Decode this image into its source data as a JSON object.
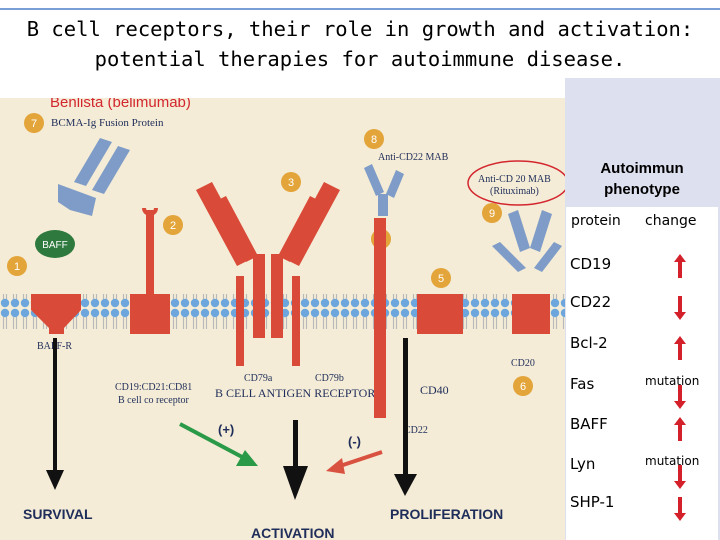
{
  "slide": {
    "title_line1": "B cell receptors, their role in growth and activation:",
    "title_line2": "potential therapies for autoimmune disease."
  },
  "diagram": {
    "benlista_label": "Benlista (belimumab)",
    "bcma_label": "BCMA-Ig Fusion Protein",
    "anti_cd22_label": "Anti-CD22 MAB",
    "anti_cd20_line1": "Anti-CD 20 MAB",
    "anti_cd20_line2": "(Rituximab)",
    "baff_label": "BAFF",
    "baff_r_label": "BAFF-R",
    "cd79a_label": "CD79a",
    "cd79b_label": "CD79b",
    "bcr_label": "B CELL ANTIGEN RECEPTOR",
    "coreceptor_line1": "CD19:CD21:CD81",
    "coreceptor_line2": "B cell co receptor",
    "cd40_label": "CD40",
    "cd22_label": "CD22",
    "cd20_label": "CD20",
    "plus_label": "(+)",
    "minus_label": "(-)",
    "survival_label": "SURVIVAL",
    "activation_label": "ACTIVATION",
    "proliferation_label": "PROLIFERATION",
    "numbers": [
      "1",
      "2",
      "3",
      "4",
      "5",
      "6",
      "7",
      "8",
      "9"
    ]
  },
  "phenotype": {
    "title_line1": "Autoimmun",
    "title_line2": "phenotype",
    "col_protein": "protein",
    "col_change": "change",
    "rows": [
      {
        "protein": "CD19",
        "direction": "up",
        "note": ""
      },
      {
        "protein": "CD22",
        "direction": "down",
        "note": ""
      },
      {
        "protein": "Bcl-2",
        "direction": "up",
        "note": ""
      },
      {
        "protein": "Fas",
        "direction": "down",
        "note": "mutation"
      },
      {
        "protein": "BAFF",
        "direction": "up",
        "note": ""
      },
      {
        "protein": "Lyn",
        "direction": "down",
        "note": "mutation"
      },
      {
        "protein": "SHP-1",
        "direction": "down",
        "note": ""
      }
    ]
  },
  "colors": {
    "background": "#ffffff",
    "diagram_bg": "#f4ecd6",
    "receptor_red": "#d94a38",
    "receptor_blue": "#7e9cc7",
    "membrane_blue": "#6ca6dc",
    "membrane_gray": "#bdbdbd",
    "badge_orange": "#e3a43a",
    "baff_green": "#2e7a3e",
    "arrow_green": "#2a9a48",
    "arrow_red": "#d9523f",
    "change_arrow": "#d4202a",
    "panel_bg": "#dde0ee",
    "benlista_red": "#d3262e"
  }
}
